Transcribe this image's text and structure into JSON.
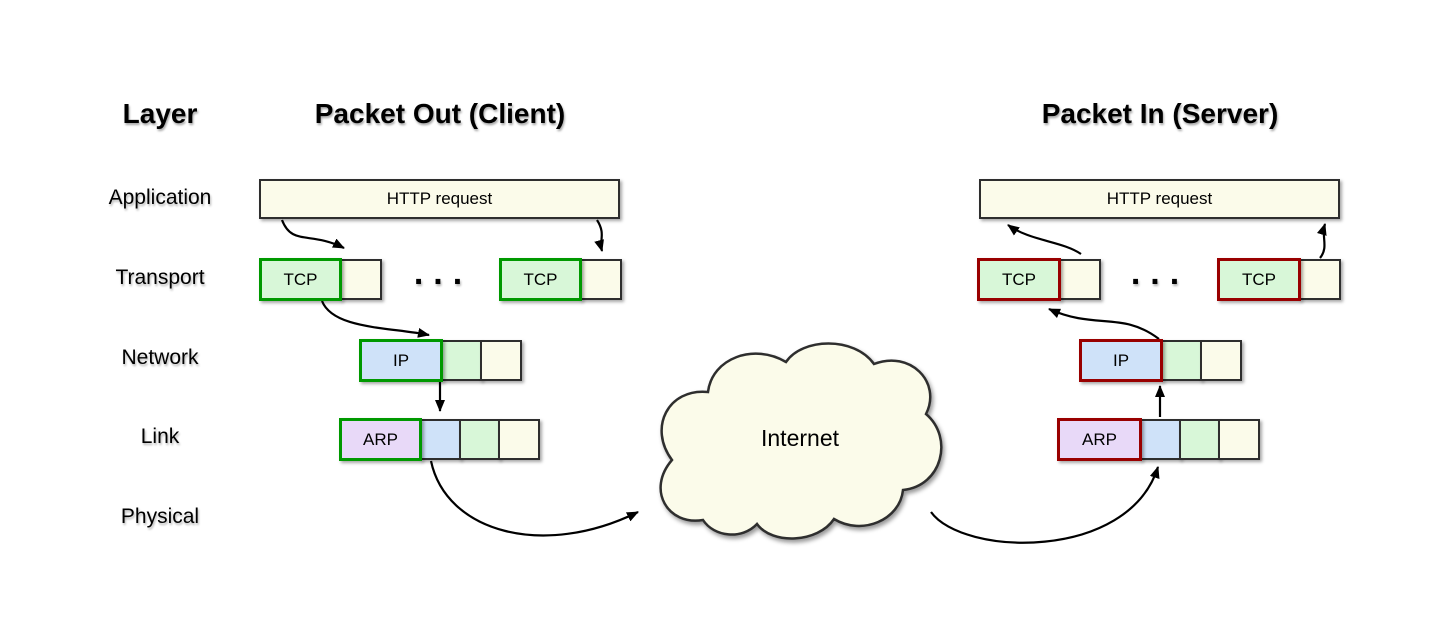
{
  "titles": {
    "layer_column": "Layer",
    "client": "Packet Out (Client)",
    "server": "Packet In (Server)"
  },
  "layer_labels": [
    "Application",
    "Transport",
    "Network",
    "Link",
    "Physical"
  ],
  "cloud": {
    "label": "Internet"
  },
  "client": {
    "http_label": "HTTP request",
    "tcp_label_1": "TCP",
    "tcp_label_2": "TCP",
    "dots": "...",
    "ip_label": "IP",
    "arp_label": "ARP"
  },
  "server": {
    "http_label": "HTTP request",
    "tcp_label_1": "TCP",
    "tcp_label_2": "TCP",
    "dots": "...",
    "ip_label": "IP",
    "arp_label": "ARP"
  },
  "colors": {
    "box_fill": "#FBFBEA",
    "box_border": "#2E2E2E",
    "green_fill": "#D8F7D8",
    "green_border": "#009900",
    "blue_fill": "#CFE2F9",
    "purple_fill": "#E8D9F8",
    "red_border": "#990000",
    "arrow": "#000000"
  }
}
